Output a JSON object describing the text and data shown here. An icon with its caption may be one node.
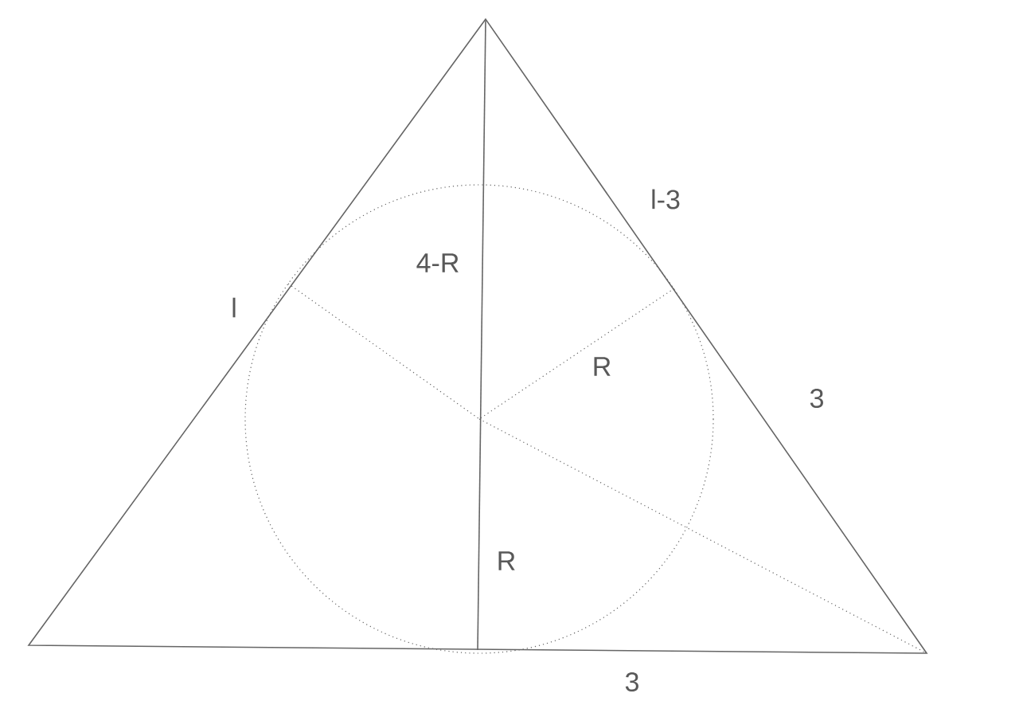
{
  "diagram": {
    "labels": [
      "l",
      "4-R",
      "l-3",
      "R",
      "3",
      "R",
      "3"
    ]
  }
}
